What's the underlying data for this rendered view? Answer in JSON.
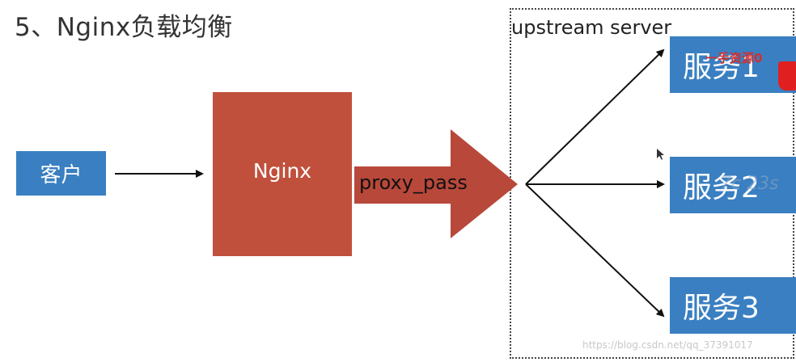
{
  "title": "5、Nginx负载均衡",
  "client": {
    "label": "客户"
  },
  "nginx": {
    "label": "Nginx"
  },
  "proxy": {
    "label": "proxy_pass"
  },
  "upstream": {
    "label": "upstream server"
  },
  "servers": [
    {
      "label": "服务1"
    },
    {
      "label": "服务2"
    },
    {
      "label": "服务3"
    }
  ],
  "watermarks": {
    "top": "一手资源0",
    "middle": "7c 23s",
    "bottom": "https://blog.csdn.net/qq_37391017"
  },
  "colors": {
    "client": "#3a7fc1",
    "nginx": "#c0503c",
    "server": "#3a7fc1",
    "proxy_arrow": "#b8483a"
  }
}
